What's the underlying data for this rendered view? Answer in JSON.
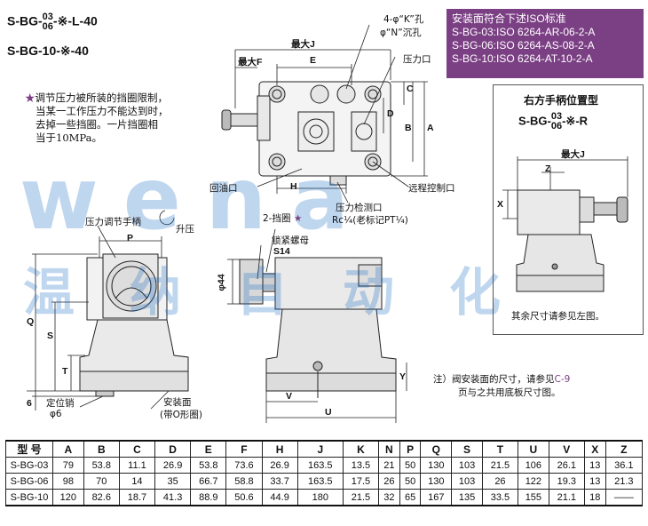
{
  "title": {
    "line1_prefix": "S-BG-",
    "line1_size_top": "03",
    "line1_size_bottom": "06",
    "line1_suffix": "-※-L-40",
    "line2": "S-BG-10-※-40"
  },
  "iso_box": {
    "heading": "安装面符合下述ISO标准",
    "lines": [
      "S-BG-03:ISO 6264-AR-06-2-A",
      "S-BG-06:ISO 6264-AS-08-2-A",
      "S-BG-10:ISO 6264-AT-10-2-A"
    ]
  },
  "note": {
    "star": "★",
    "lines": [
      "调节压力被所装的挡圈限制，",
      "当某一工作压力不能达到时，",
      "去掉一些挡圈。一片挡圈相",
      "当于10MPa。"
    ]
  },
  "right_panel": {
    "title": "右方手柄位置型",
    "model_prefix": "S-BG-",
    "model_size_top": "03",
    "model_size_bottom": "06",
    "model_suffix": "-※-R",
    "dim_maxj": "最大J",
    "dim_z": "Z",
    "dim_x": "X",
    "footer": "其余尺寸请参见左图。"
  },
  "top_view": {
    "holes_k": "4-φ“K”孔",
    "holes_n": "φ“N”沉孔",
    "max_j": "最大J",
    "max_f": "最大F",
    "e": "E",
    "pressure_port": "压力口",
    "c": "C",
    "d": "D",
    "b": "B",
    "a": "A",
    "return_port": "回油口",
    "h": "H",
    "remote_port": "远程控制口",
    "gauge_port": "压力检测口",
    "gauge_thread": "Rc¼(老标记PT¼)"
  },
  "front_view": {
    "handle": "压力调节手柄",
    "rise": "升压",
    "p": "P",
    "q": "Q",
    "s": "S",
    "t": "T",
    "six": "6",
    "pin": "定位销",
    "pin_dia": "φ6",
    "mount": "安装面",
    "mount_sub": "(带O形圈)"
  },
  "side_view": {
    "ring": "2-挡圈",
    "ring_star": "★",
    "locknut": "锁紧螺母",
    "s14": "S14",
    "phi44": "φ44",
    "y": "Y",
    "v": "V",
    "u": "U"
  },
  "footnote": {
    "prefix": "注）阀安装面的尺寸，请参见",
    "ref": "C-9",
    "line2": "页与之共用底板尺寸图。"
  },
  "watermark": "温纳自动化",
  "watermark_logo": "wena",
  "table": {
    "headers": [
      "型 号",
      "A",
      "B",
      "C",
      "D",
      "E",
      "F",
      "H",
      "J",
      "K",
      "N",
      "P",
      "Q",
      "S",
      "T",
      "U",
      "V",
      "X",
      "Z"
    ],
    "rows": [
      [
        "S-BG-03",
        "79",
        "53.8",
        "11.1",
        "26.9",
        "53.8",
        "73.6",
        "26.9",
        "163.5",
        "13.5",
        "21",
        "50",
        "130",
        "103",
        "21.5",
        "106",
        "26.1",
        "13",
        "36.1"
      ],
      [
        "S-BG-06",
        "98",
        "70",
        "14",
        "35",
        "66.7",
        "58.8",
        "33.7",
        "163.5",
        "17.5",
        "26",
        "50",
        "130",
        "103",
        "26",
        "122",
        "19.3",
        "13",
        "21.3"
      ],
      [
        "S-BG-10",
        "120",
        "82.6",
        "18.7",
        "41.3",
        "88.9",
        "50.6",
        "44.9",
        "180",
        "21.5",
        "32",
        "65",
        "167",
        "135",
        "33.5",
        "155",
        "21.1",
        "18",
        "——"
      ]
    ]
  }
}
